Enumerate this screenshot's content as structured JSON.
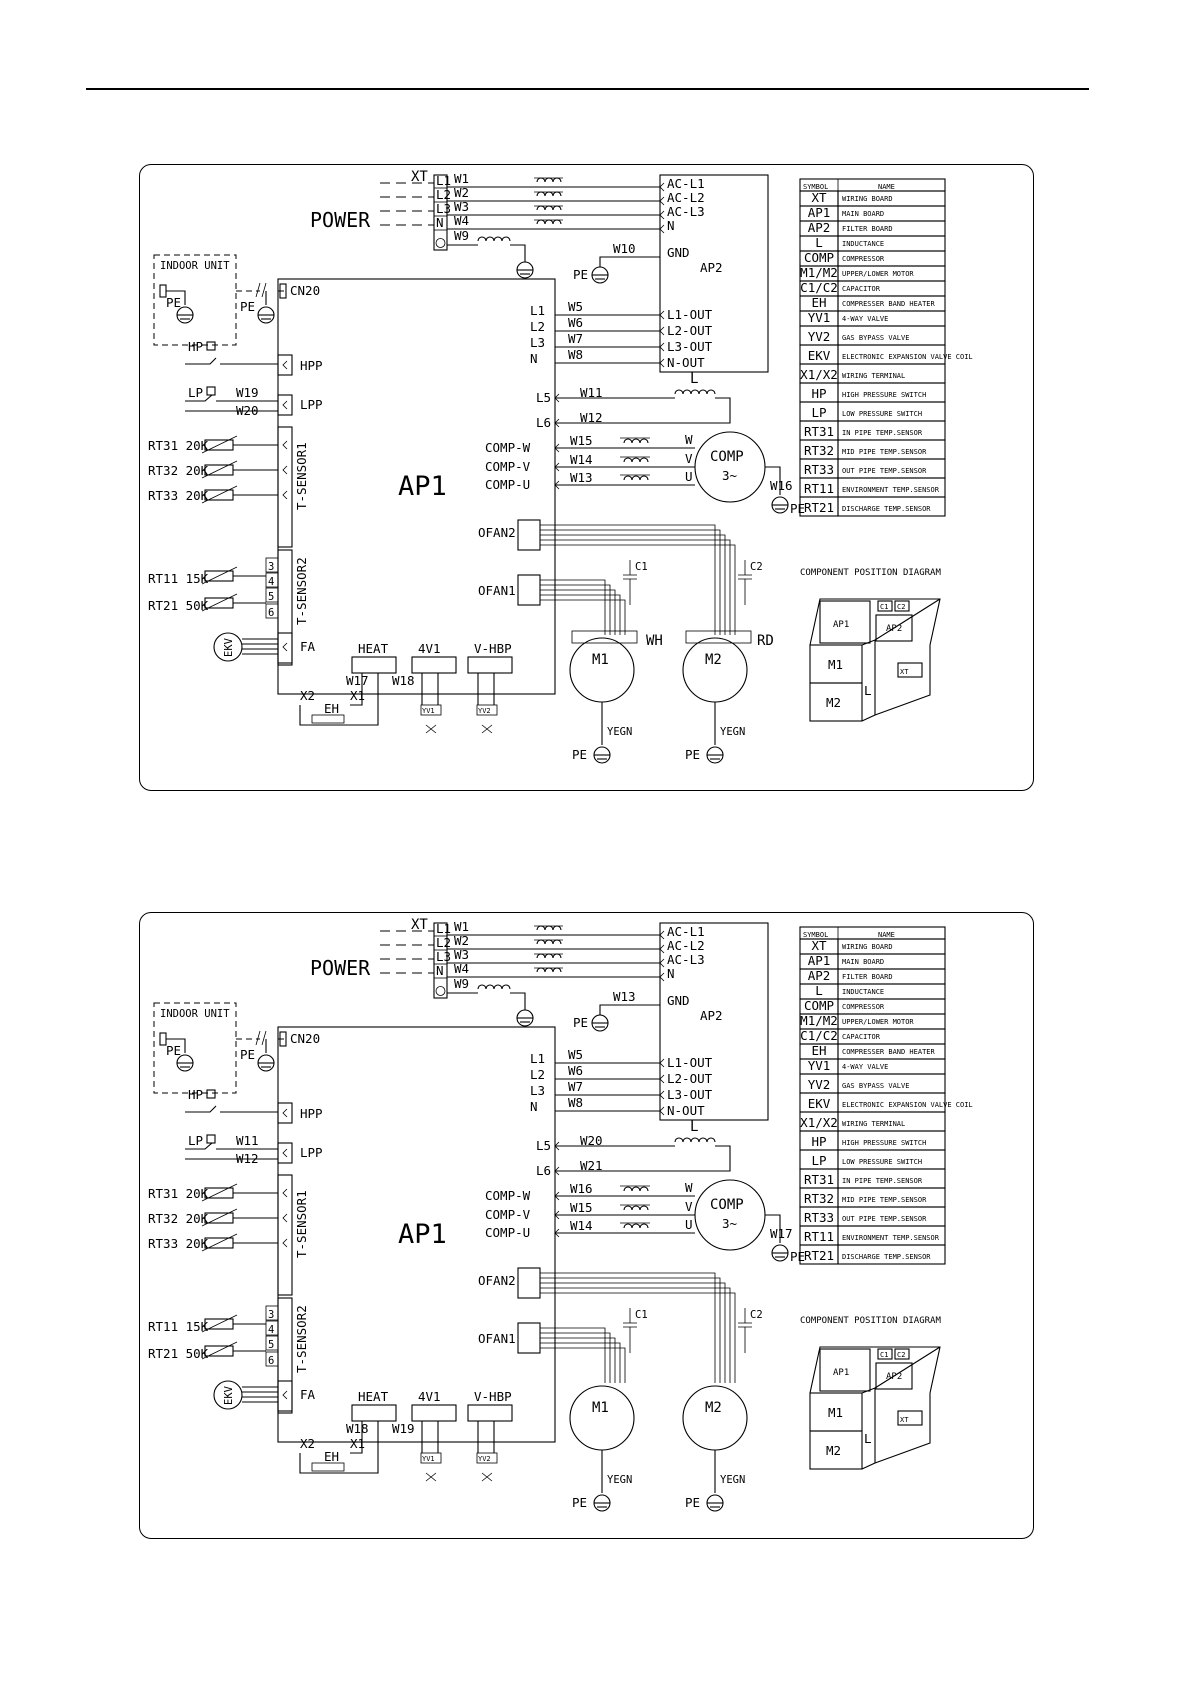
{
  "diagrams": [
    {
      "id": "d1",
      "labels": {
        "xt": "XT",
        "power": "POWER",
        "xt_terms": [
          "L1",
          "L2",
          "L3",
          "N"
        ],
        "wires_top": [
          "W1",
          "W2",
          "W3",
          "W4",
          "W9"
        ],
        "ap2_inputs": [
          "AC-L1",
          "AC-L2",
          "AC-L3",
          "N"
        ],
        "gnd": "GND",
        "ap2": "AP2",
        "w_gnd": "W10",
        "pe": "PE",
        "ap1_outputs": [
          "L1",
          "L2",
          "L3",
          "N"
        ],
        "wires_mid": [
          "W5",
          "W6",
          "W7",
          "W8"
        ],
        "ap2_outputs": [
          "L1-OUT",
          "L2-OUT",
          "L3-OUT",
          "N-OUT"
        ],
        "indoor_unit": "INDOOR UNIT",
        "cn20": "CN20",
        "hp": "HP",
        "hpp": "HPP",
        "lp": "LP",
        "lpp": "LPP",
        "lp_wires": [
          "W19",
          "W20"
        ],
        "l5": "L5",
        "l6": "L6",
        "l_wires": [
          "W11",
          "W12"
        ],
        "inductor": "L",
        "comp_terms": [
          "COMP-W",
          "COMP-V",
          "COMP-U"
        ],
        "comp_wires": [
          "W15",
          "W14",
          "W13"
        ],
        "comp_phase": [
          "W",
          "V",
          "U"
        ],
        "comp": "COMP",
        "comp_sym": "3~",
        "comp_pe_wire": "W16",
        "rt_sensor1": [
          "RT31  20K",
          "RT32  20K",
          "RT33  20K"
        ],
        "t_sensor1": "T-SENSOR1",
        "ap1": "AP1",
        "t_sensor2": "T-SENSOR2",
        "pins": [
          "3",
          "4",
          "5",
          "6"
        ],
        "rt_sensor2": [
          "RT11 15K",
          "RT21 50K"
        ],
        "ofan2": "OFAN2",
        "ofan1": "OFAN1",
        "c1": "C1",
        "c2": "C2",
        "wh": "WH",
        "rd": "RD",
        "m1": "M1",
        "m2": "M2",
        "yegn": "YEGN",
        "ekv": "EKV",
        "fa": "FA",
        "heat": "HEAT",
        "v41": "4V1",
        "vhbp": "V-HBP",
        "heat_wires": [
          "W17",
          "W18"
        ],
        "x2": "X2",
        "eh": "EH",
        "x1": "X1",
        "yv1": "YV1",
        "yv2": "YV2"
      },
      "legend": {
        "headers": [
          "SYMBOL",
          "NAME"
        ],
        "rows": [
          [
            "XT",
            "WIRING BOARD"
          ],
          [
            "AP1",
            "MAIN BOARD"
          ],
          [
            "AP2",
            "FILTER BOARD"
          ],
          [
            "L",
            "INDUCTANCE"
          ],
          [
            "COMP",
            "COMPRESSOR"
          ],
          [
            "M1/M2",
            "UPPER/LOWER MOTOR"
          ],
          [
            "C1/C2",
            "CAPACITOR"
          ],
          [
            "EH",
            "COMPRESSER BAND HEATER"
          ],
          [
            "YV1",
            "4-WAY VALVE"
          ],
          [
            "YV2",
            "GAS BYPASS VALVE"
          ],
          [
            "EKV",
            "ELECTRONIC EXPANSION VALVE COIL"
          ],
          [
            "X1/X2",
            "WIRING TERMINAL"
          ],
          [
            "HP",
            "HIGH PRESSURE SWITCH"
          ],
          [
            "LP",
            "LOW PRESSURE SWITCH"
          ],
          [
            "RT31",
            "IN PIPE TEMP.SENSOR"
          ],
          [
            "RT32",
            "MID PIPE TEMP.SENSOR"
          ],
          [
            "RT33",
            "OUT PIPE TEMP.SENSOR"
          ],
          [
            "RT11",
            "ENVIRONMENT TEMP.SENSOR"
          ],
          [
            "RT21",
            "DISCHARGE TEMP.SENSOR"
          ]
        ]
      },
      "position_diagram": {
        "title": "COMPONENT POSITION DIAGRAM",
        "parts": [
          "AP1",
          "C1",
          "C2",
          "AP2",
          "M1",
          "L",
          "XT",
          "M2"
        ]
      }
    },
    {
      "id": "d2",
      "labels": {
        "xt": "XT",
        "power": "POWER",
        "xt_terms": [
          "L1",
          "L2",
          "L3",
          "N"
        ],
        "wires_top": [
          "W1",
          "W2",
          "W3",
          "W4",
          "W9"
        ],
        "ap2_inputs": [
          "AC-L1",
          "AC-L2",
          "AC-L3",
          "N"
        ],
        "gnd": "GND",
        "ap2": "AP2",
        "w_gnd": "W13",
        "pe": "PE",
        "ap1_outputs": [
          "L1",
          "L2",
          "L3",
          "N"
        ],
        "wires_mid": [
          "W5",
          "W6",
          "W7",
          "W8"
        ],
        "ap2_outputs": [
          "L1-OUT",
          "L2-OUT",
          "L3-OUT",
          "N-OUT"
        ],
        "indoor_unit": "INDOOR UNIT",
        "cn20": "CN20",
        "hp": "HP",
        "hpp": "HPP",
        "lp": "LP",
        "lpp": "LPP",
        "lp_wires": [
          "W11",
          "W12"
        ],
        "l5": "L5",
        "l6": "L6",
        "l_wires": [
          "W20",
          "W21"
        ],
        "inductor": "L",
        "comp_terms": [
          "COMP-W",
          "COMP-V",
          "COMP-U"
        ],
        "comp_wires": [
          "W16",
          "W15",
          "W14"
        ],
        "comp_phase": [
          "W",
          "V",
          "U"
        ],
        "comp": "COMP",
        "comp_sym": "3~",
        "comp_pe_wire": "W17",
        "rt_sensor1": [
          "RT31  20K",
          "RT32  20K",
          "RT33  20K"
        ],
        "t_sensor1": "T-SENSOR1",
        "ap1": "AP1",
        "t_sensor2": "T-SENSOR2",
        "pins": [
          "3",
          "4",
          "5",
          "6"
        ],
        "rt_sensor2": [
          "RT11 15K",
          "RT21 50K"
        ],
        "ofan2": "OFAN2",
        "ofan1": "OFAN1",
        "c1": "C1",
        "c2": "C2",
        "wh": "",
        "rd": "",
        "m1": "M1",
        "m2": "M2",
        "yegn": "YEGN",
        "ekv": "EKV",
        "fa": "FA",
        "heat": "HEAT",
        "v41": "4V1",
        "vhbp": "V-HBP",
        "heat_wires": [
          "W18",
          "W19"
        ],
        "x2": "X2",
        "eh": "EH",
        "x1": "X1",
        "yv1": "YV1",
        "yv2": "YV2"
      },
      "legend": {
        "headers": [
          "SYMBOL",
          "NAME"
        ],
        "rows": [
          [
            "XT",
            "WIRING BOARD"
          ],
          [
            "AP1",
            "MAIN BOARD"
          ],
          [
            "AP2",
            "FILTER BOARD"
          ],
          [
            "L",
            "INDUCTANCE"
          ],
          [
            "COMP",
            "COMPRESSOR"
          ],
          [
            "M1/M2",
            "UPPER/LOWER MOTOR"
          ],
          [
            "C1/C2",
            "CAPACITOR"
          ],
          [
            "EH",
            "COMPRESSER BAND HEATER"
          ],
          [
            "YV1",
            "4-WAY VALVE"
          ],
          [
            "YV2",
            "GAS BYPASS VALVE"
          ],
          [
            "EKV",
            "ELECTRONIC EXPANSION VALVE COIL"
          ],
          [
            "X1/X2",
            "WIRING TERMINAL"
          ],
          [
            "HP",
            "HIGH PRESSURE SWITCH"
          ],
          [
            "LP",
            "LOW PRESSURE SWITCH"
          ],
          [
            "RT31",
            "IN PIPE TEMP.SENSOR"
          ],
          [
            "RT32",
            "MID PIPE TEMP.SENSOR"
          ],
          [
            "RT33",
            "OUT PIPE TEMP.SENSOR"
          ],
          [
            "RT11",
            "ENVIRONMENT TEMP.SENSOR"
          ],
          [
            "RT21",
            "DISCHARGE TEMP.SENSOR"
          ]
        ]
      },
      "position_diagram": {
        "title": "COMPONENT POSITION DIAGRAM",
        "parts": [
          "AP1",
          "C1",
          "C2",
          "AP2",
          "M1",
          "L",
          "XT",
          "M2"
        ]
      }
    }
  ]
}
